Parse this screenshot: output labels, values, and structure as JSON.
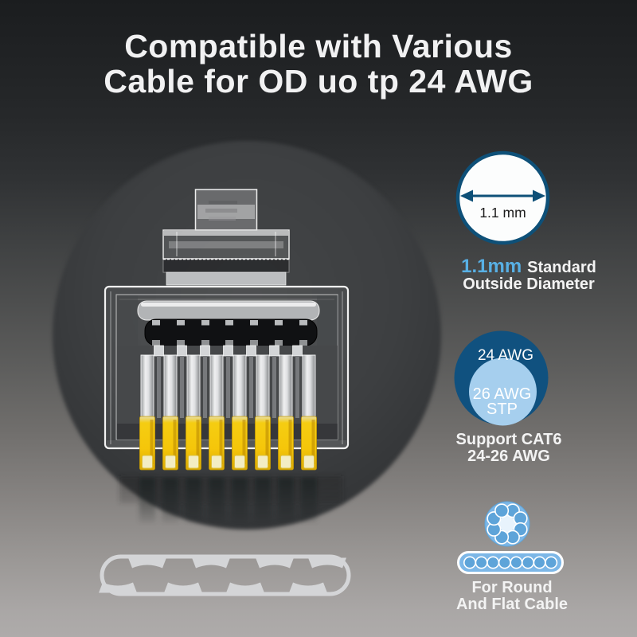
{
  "title": {
    "line1": "Compatible with Various",
    "line2": "Cable for OD uo tp 24 AWG"
  },
  "annotations": {
    "diameter": {
      "circle_label": "1.1 mm",
      "highlight": "1.1mm",
      "caption_rest": "Standard",
      "caption_line2": "Outside Diameter"
    },
    "awg": {
      "outer_label": "24 AWG",
      "inner_line1": "26 AWG",
      "inner_line2": "STP",
      "caption_line1": "Support CAT6",
      "caption_line2": "24-26 AWG"
    },
    "cable": {
      "caption_line1": "For Round",
      "caption_line2": "And Flat Cable"
    }
  },
  "connector": {
    "pin_count": 8,
    "description": "transparent RJ45 plug, front view, gold pins"
  },
  "icons": [
    "diameter-circle-icon",
    "awg-range-icon",
    "round-cable-icon",
    "flat-cable-icon",
    "rj45-connector-illustration",
    "cable-gripper-illustration"
  ],
  "colors": {
    "background_top": "#1b1d1f",
    "background_bottom": "#aeabaa",
    "spotlight_gray": "#3a3c3e",
    "title_text": "#f1f1f2",
    "accent_dark_blue": "#0e5078",
    "accent_light_blue": "#58b0e5",
    "awg_outer_blue": "#10517f",
    "awg_inner_blue": "#a6cfee",
    "icon_blue": "#7cb7e7",
    "icon_blue_dark": "#5ea4d9",
    "pin_yellow": "#f4c50b",
    "diameter_label_text": "#1c1c1c",
    "caption_text": "#f3f3f3"
  }
}
